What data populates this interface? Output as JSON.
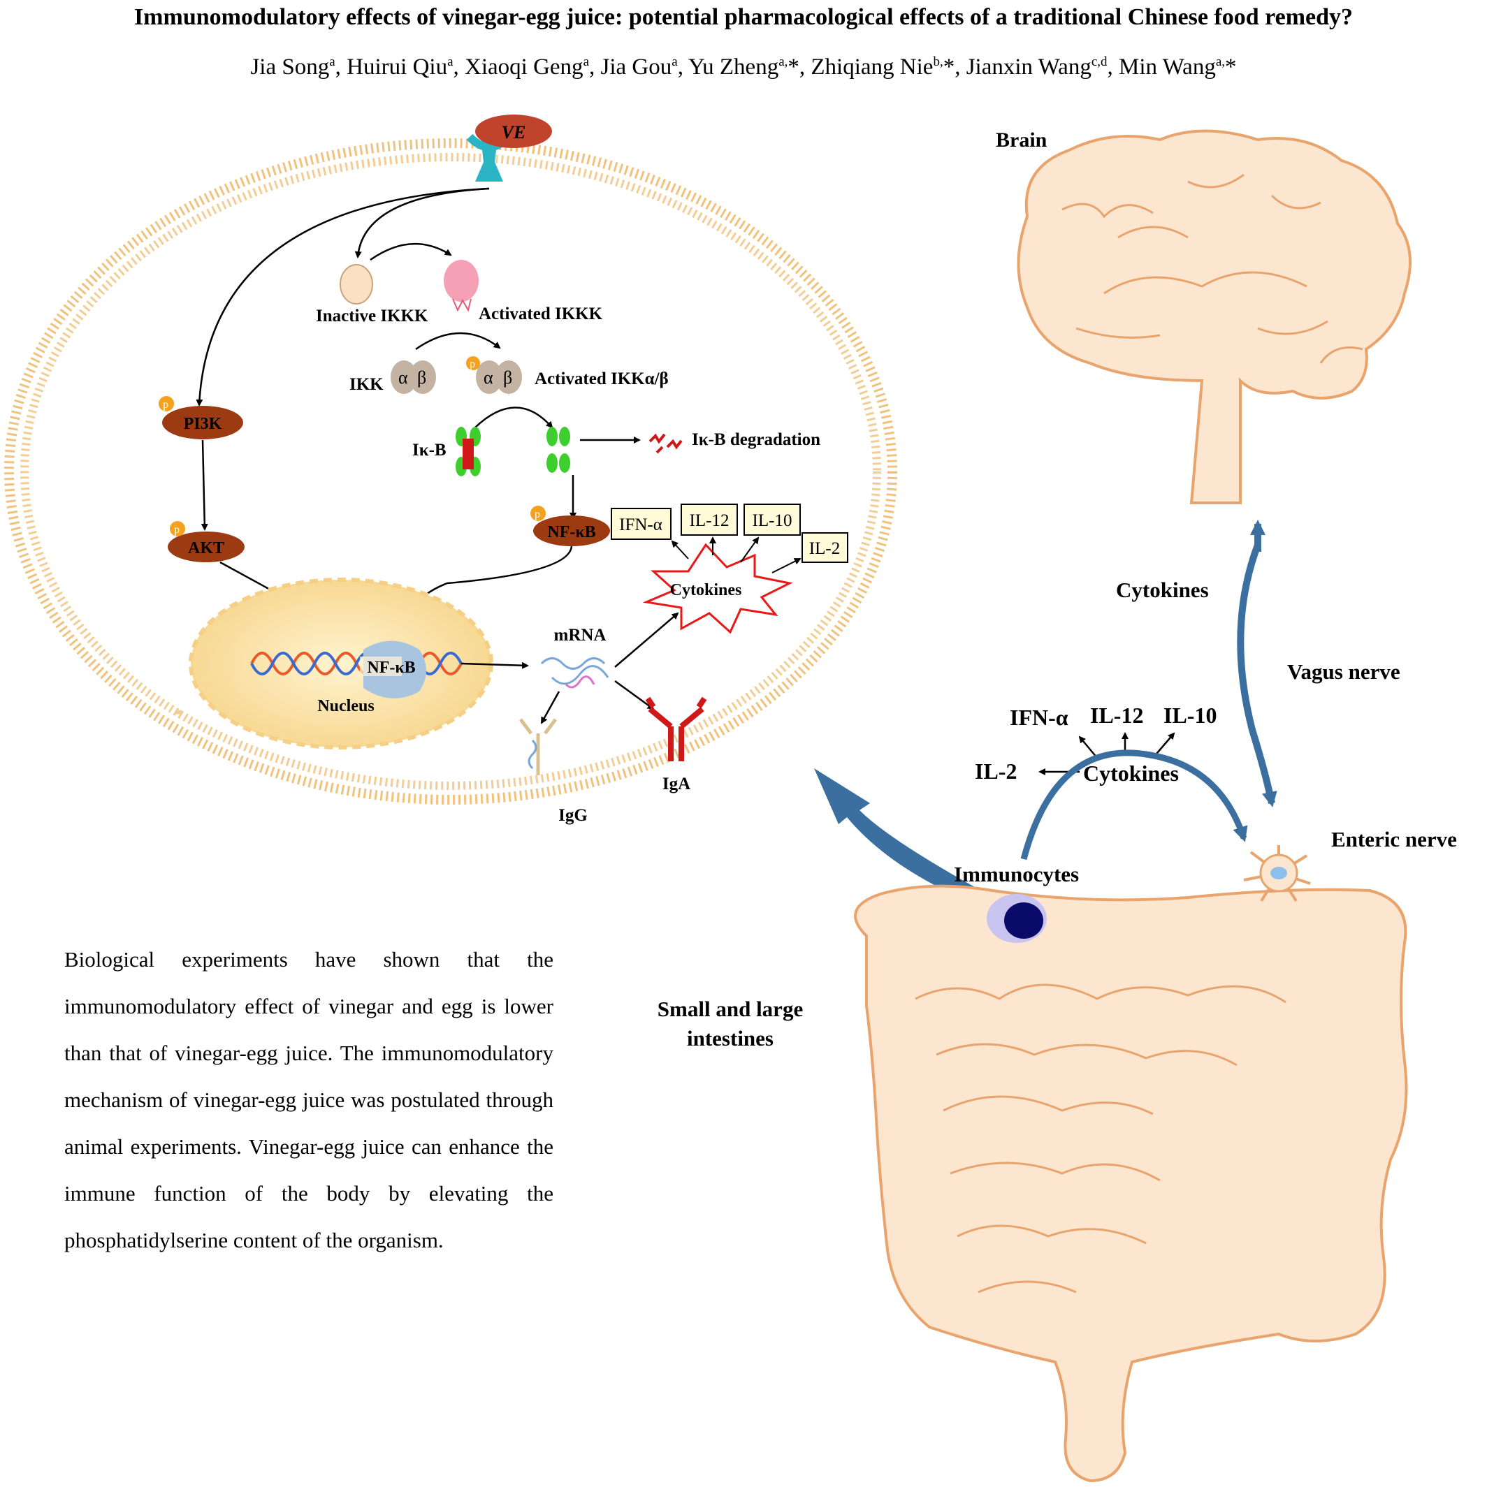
{
  "header": {
    "title": "Immunomodulatory effects of vinegar-egg juice: potential pharmacological effects of a traditional Chinese food remedy?",
    "authors": [
      {
        "name": "Jia Song",
        "aff": "a"
      },
      {
        "name": "Huirui Qiu",
        "aff": "a"
      },
      {
        "name": "Xiaoqi Geng",
        "aff": "a"
      },
      {
        "name": "Jia Gou",
        "aff": "a"
      },
      {
        "name": "Yu Zheng",
        "aff": "a,*"
      },
      {
        "name": "Zhiqiang Nie",
        "aff": "b,*"
      },
      {
        "name": "Jianxin Wang",
        "aff": "c,d"
      },
      {
        "name": "Min Wang",
        "aff": "a,*"
      }
    ]
  },
  "cell": {
    "ve": "VE",
    "inactive_ikkk": "Inactive IKKK",
    "activated_ikkk": "Activated IKKK",
    "ikk": "IKK",
    "alpha": "α",
    "beta": "β",
    "activated_ikk": "Activated IKKα/β",
    "ikb": "Iκ-B",
    "ikb_degradation": "Iκ-B degradation",
    "p": "p",
    "pi3k": "PI3K",
    "akt": "AKT",
    "nfkb": "NF-κB",
    "nfkb_nucleus": "NF-κB",
    "nucleus": "Nucleus",
    "mrna": "mRNA",
    "cytokines_box": [
      "IFN-α",
      "IL-12",
      "IL-10",
      "IL-2"
    ],
    "cytokines": "Cytokines",
    "igg": "IgG",
    "iga": "IgA"
  },
  "body": {
    "brain": "Brain",
    "cytokines_vertical": "Cytokines",
    "vagus": "Vagus nerve",
    "ifn": "IFN-α",
    "il12": "IL-12",
    "il10": "IL-10",
    "il2": "IL-2",
    "cytokines": "Cytokines",
    "enteric": "Enteric nerve",
    "immunocytes": "Immunocytes",
    "intestines_line1": "Small and large",
    "intestines_line2": "intestines"
  },
  "summary": "Biological experiments have shown that the immunomodulatory effect of vinegar and egg is lower than that of vinegar-egg juice. The immunomodulatory mechanism of vinegar-egg juice was postulated through animal experiments. Vinegar-egg juice can enhance the immune function of the body by elevating the phosphatidylserine content of the organism.",
  "colors": {
    "membrane": "#f3c98c",
    "nucleus": "#fbe3a3",
    "dark_node": "#9c3a12",
    "blue_arrow": "#3a6f9f",
    "organ_fill": "#fde6d0",
    "organ_stroke": "#e8a46c"
  }
}
